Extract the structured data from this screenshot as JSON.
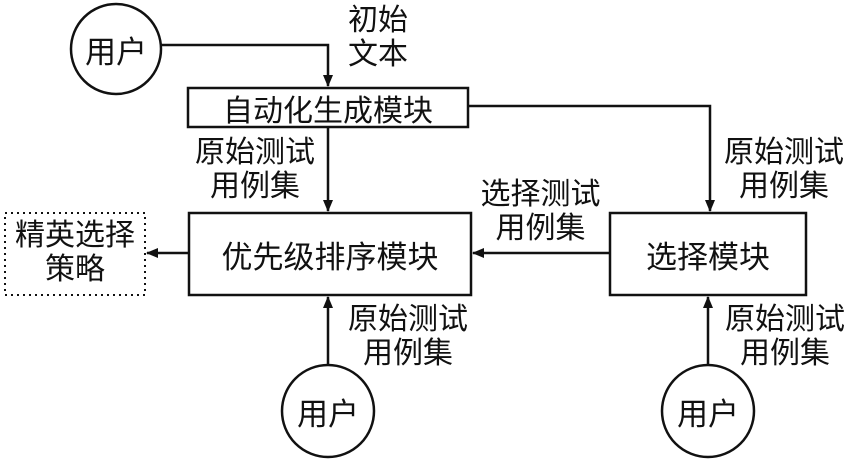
{
  "nodes": {
    "user_top": "用户",
    "auto_gen": "自动化生成模块",
    "priority": "优先级排序模块",
    "select": "选择模块",
    "elite": [
      "精英选择",
      "策略"
    ],
    "user_bottom_mid": "用户",
    "user_bottom_right": "用户"
  },
  "edges": {
    "initial_text": [
      "初始",
      "文本"
    ],
    "orig_tests_left": [
      "原始测试",
      "用例集"
    ],
    "orig_tests_right": [
      "原始测试",
      "用例集"
    ],
    "selected_tests": [
      "选择测试",
      "用例集"
    ],
    "orig_tests_bottom_mid": [
      "原始测试",
      "用例集"
    ],
    "orig_tests_bottom_right": [
      "原始测试",
      "用例集"
    ]
  }
}
